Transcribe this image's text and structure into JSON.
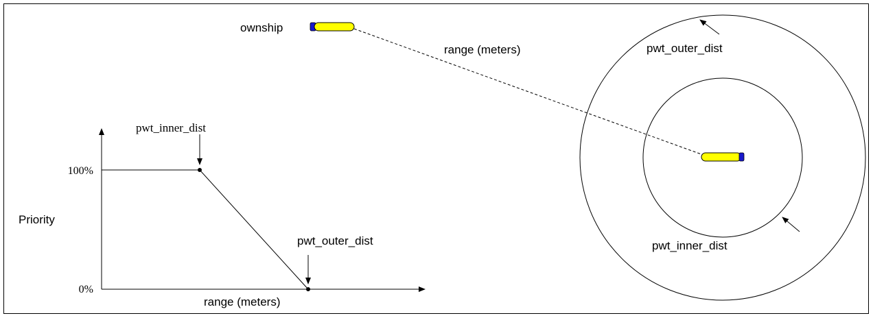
{
  "ownship_label": "ownship",
  "range_line_label": "range (meters)",
  "outer_circle_label": "pwt_outer_dist",
  "inner_circle_label": "pwt_inner_dist",
  "graph": {
    "y_axis_label": "Priority",
    "x_axis_label": "range (meters)",
    "tick_100": "100%",
    "tick_0": "0%",
    "inner_dist_label": "pwt_inner_dist",
    "outer_dist_label": "pwt_outer_dist",
    "priority_curve": [
      {
        "range": 0,
        "priority": 100
      },
      {
        "range": "pwt_inner_dist",
        "priority": 100
      },
      {
        "range": "pwt_outer_dist",
        "priority": 0
      }
    ]
  },
  "colors": {
    "vehicle_body": "#ffff00",
    "vehicle_bow": "#1a1acc",
    "lines": "#000000"
  }
}
